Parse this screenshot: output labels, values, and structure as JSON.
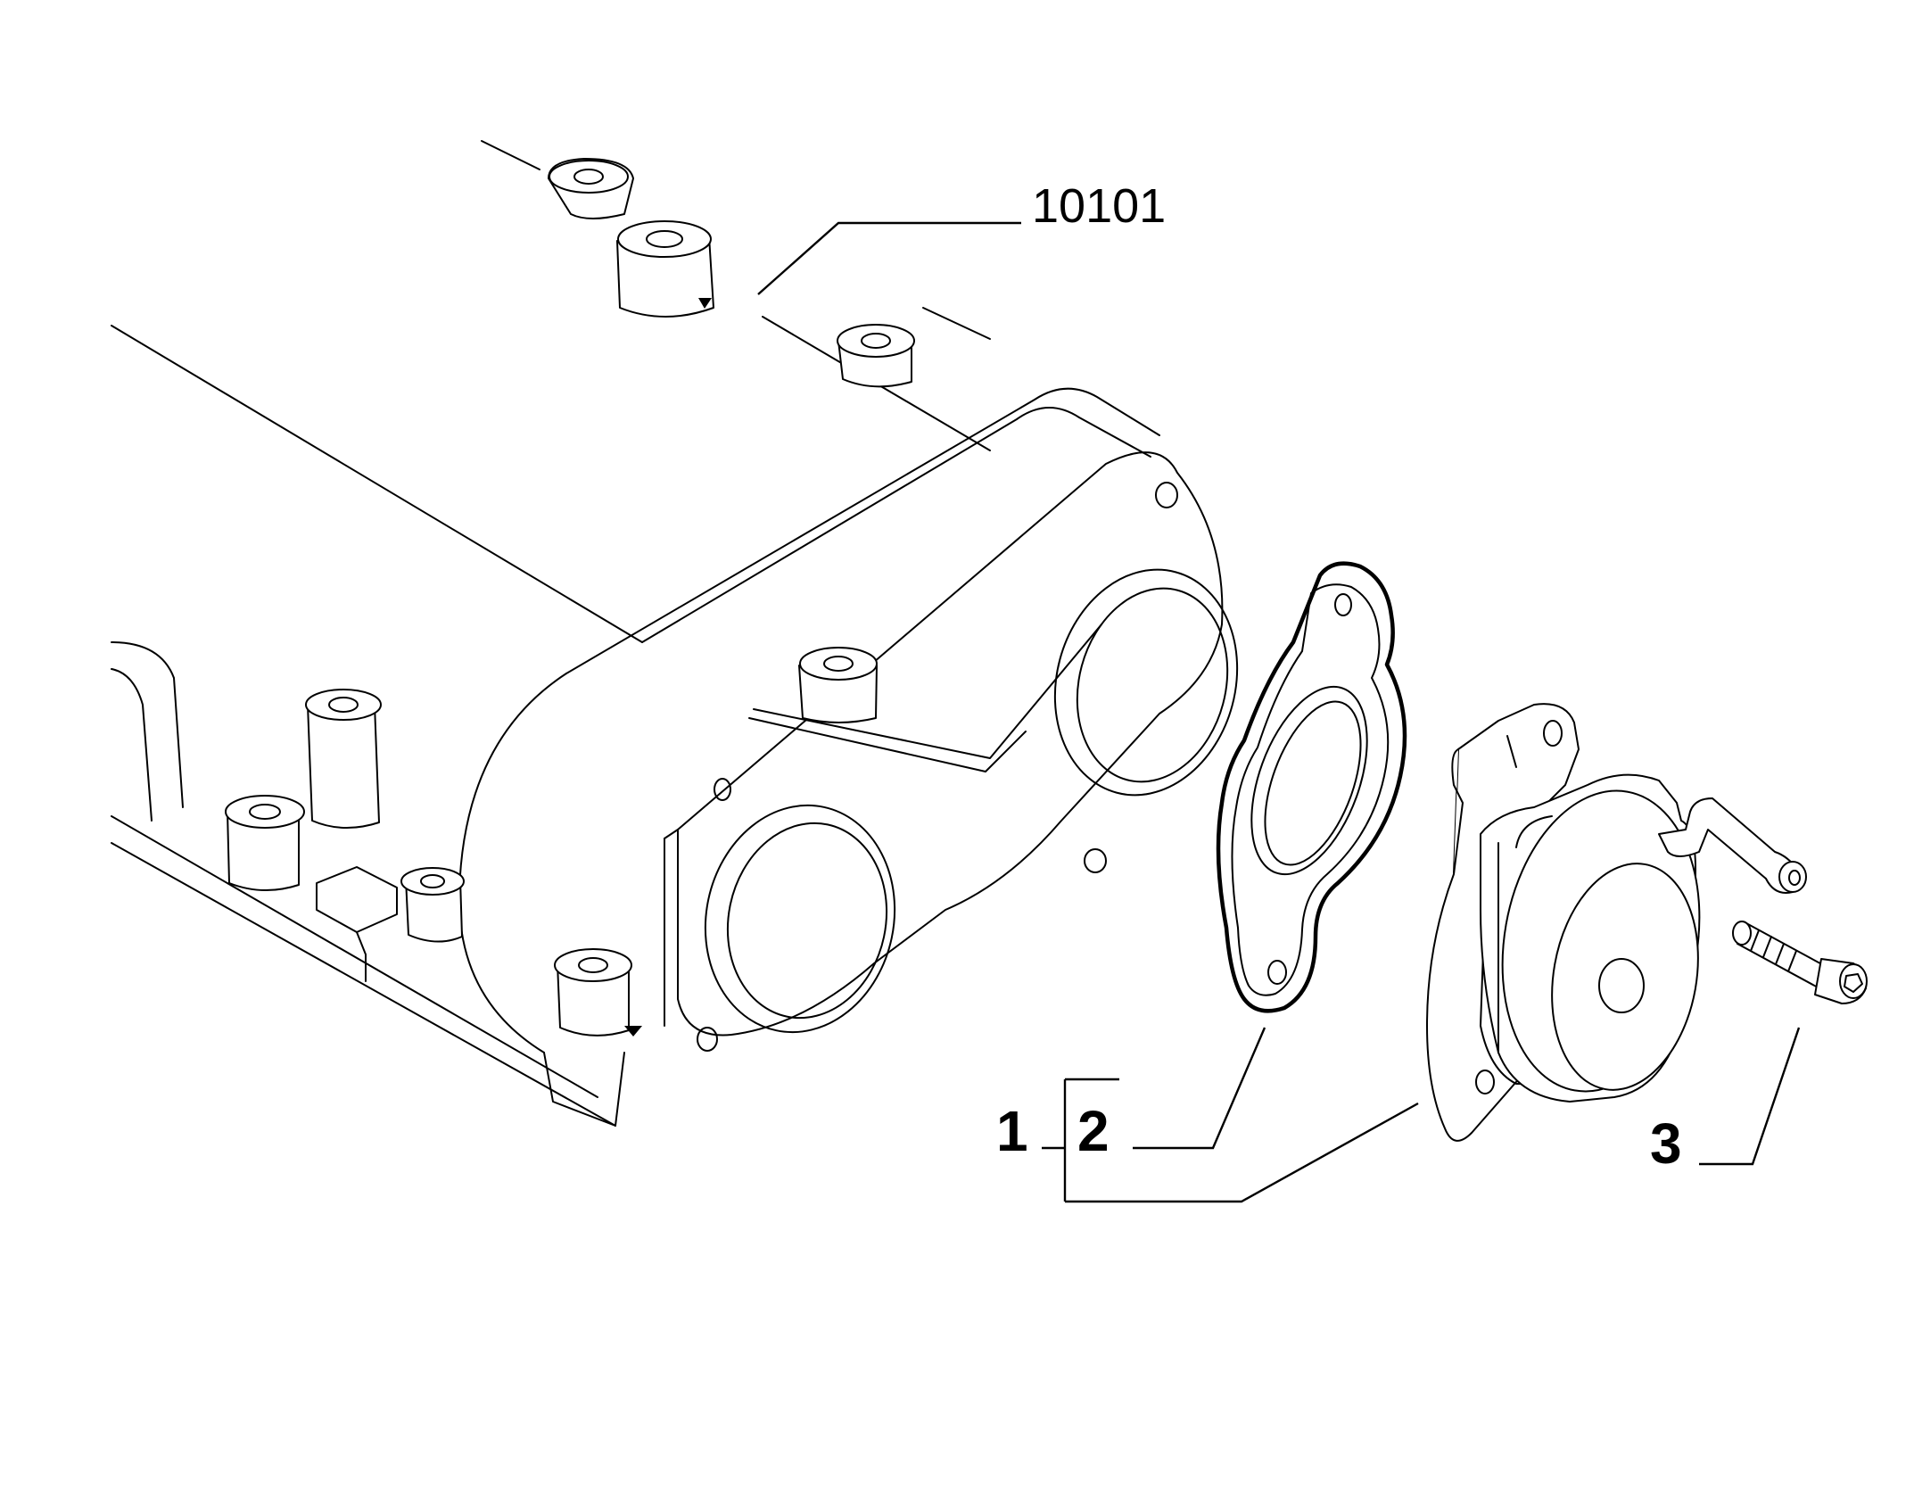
{
  "callouts": {
    "assembly_ref": "10101",
    "item_1": "1",
    "item_2": "2",
    "item_3": "3"
  }
}
